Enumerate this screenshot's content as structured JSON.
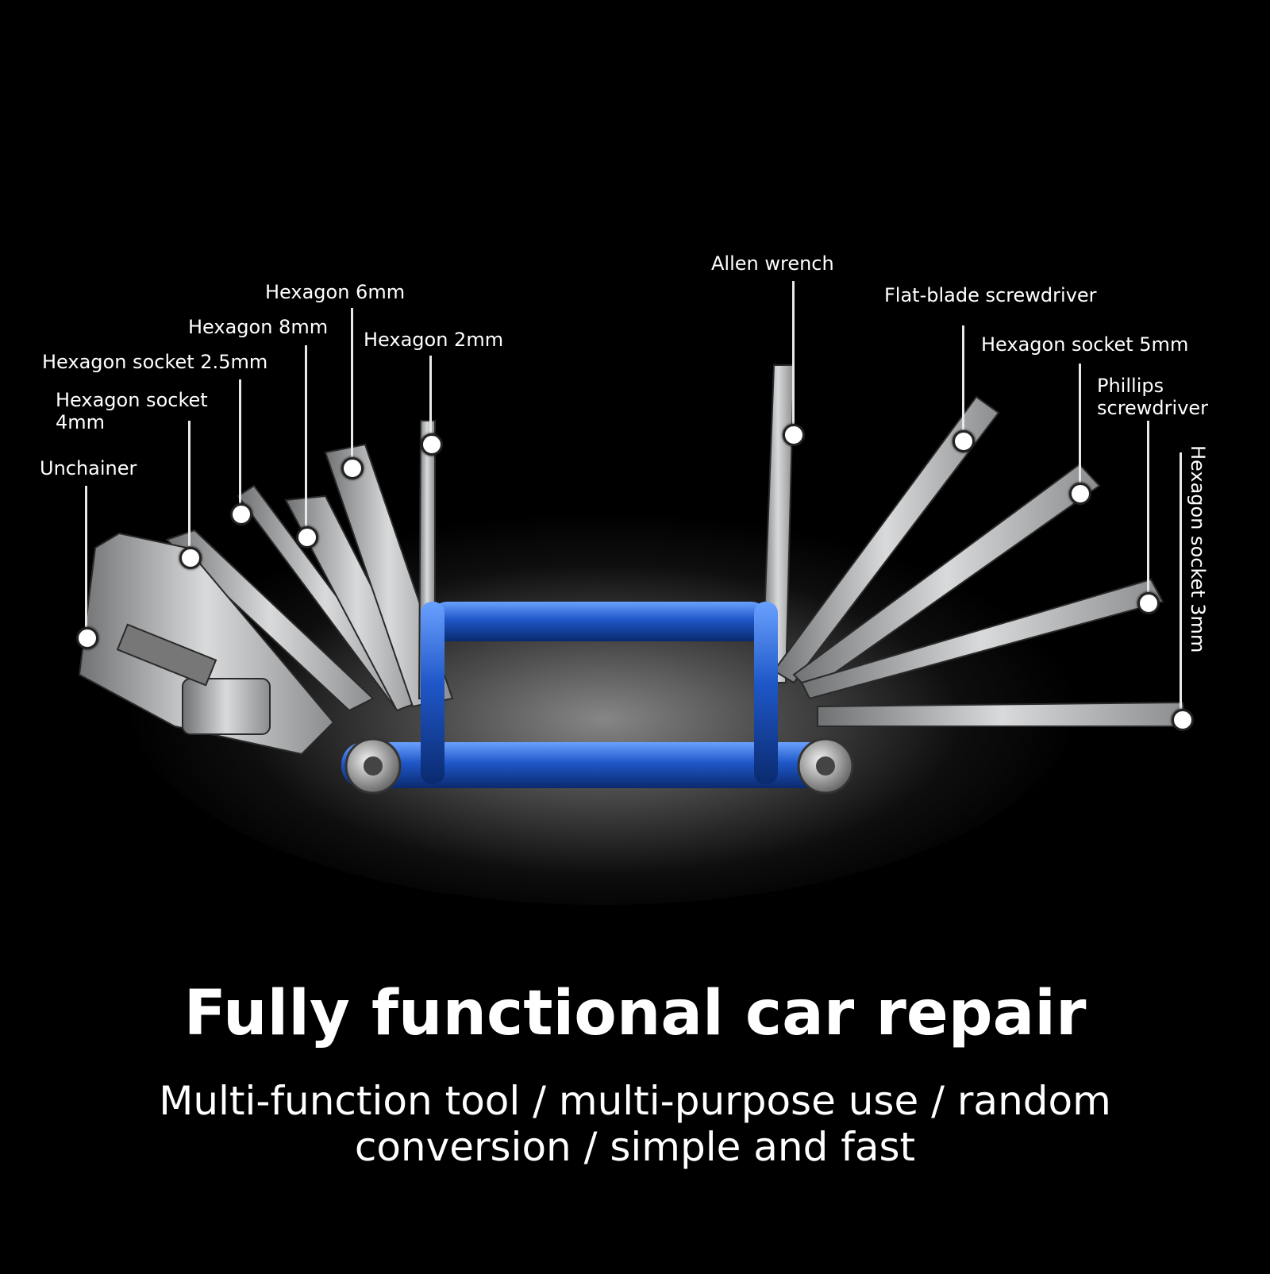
{
  "product_photo": {
    "description_icon": "folding-multitool-icon",
    "accent_color": "#1f57c8",
    "background_color": "#000000",
    "metal_color": "#b7b9bb"
  },
  "callouts": {
    "unchainer": "Unchainer",
    "hexagon_socket_4mm_line1": "Hexagon socket",
    "hexagon_socket_4mm_line2": "4mm",
    "hexagon_socket_2_5mm": "Hexagon socket 2.5mm",
    "hexagon_8mm": "Hexagon 8mm",
    "hexagon_6mm": "Hexagon 6mm",
    "hexagon_2mm": "Hexagon 2mm",
    "allen_wrench": "Allen wrench",
    "flat_blade_screwdriver": "Flat-blade screwdriver",
    "hexagon_socket_5mm": "Hexagon socket 5mm",
    "phillips_screwdriver_line1": "Phillips",
    "phillips_screwdriver_line2": "screwdriver",
    "hexagon_socket_3mm": "Hexagon socket 3mm"
  },
  "headline": "Fully functional car repair",
  "subline": "Multi-function tool / multi-purpose use / random conversion / simple and fast"
}
